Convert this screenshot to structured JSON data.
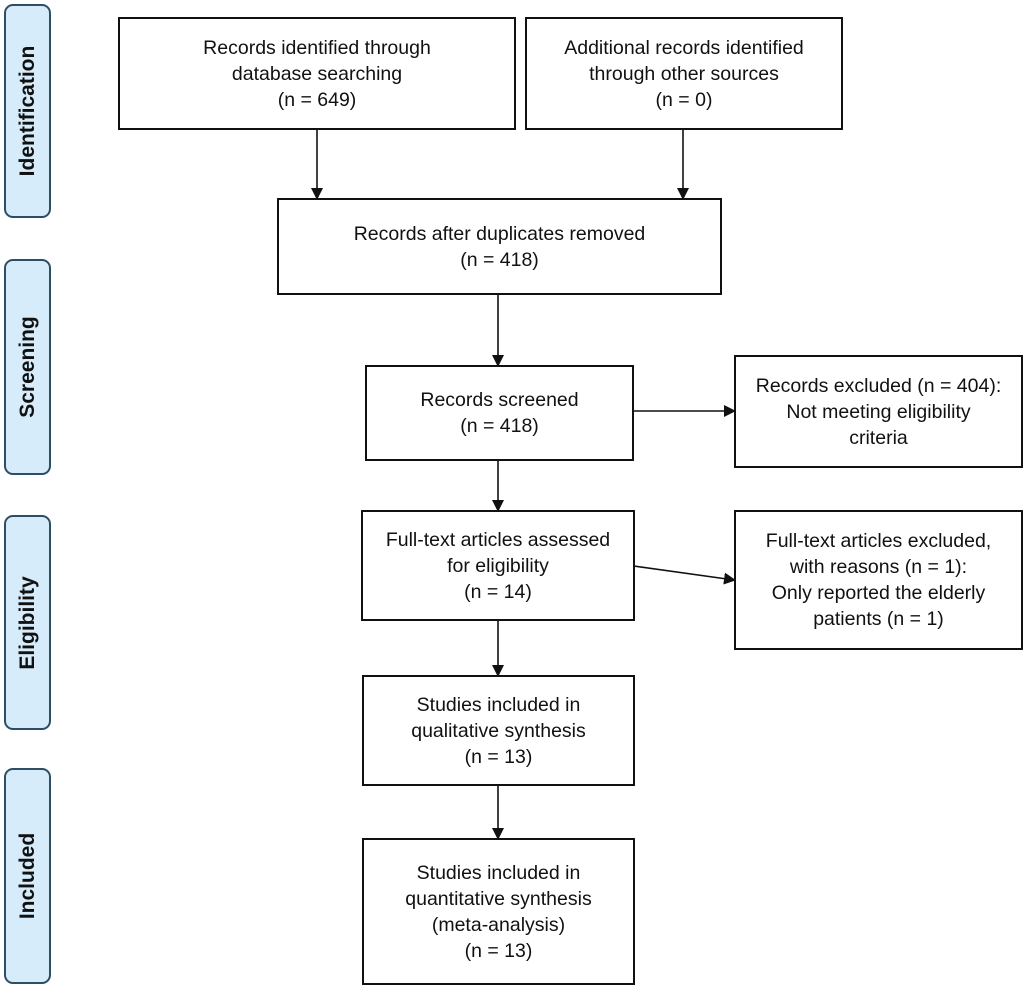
{
  "phases": {
    "identification": "Identification",
    "screening": "Screening",
    "eligibility": "Eligibility",
    "included": "Included"
  },
  "boxes": {
    "database_search": [
      "Records identified through",
      "database searching",
      "(n = 649)"
    ],
    "other_sources": [
      "Additional records identified",
      "through other sources",
      "(n = 0)"
    ],
    "after_duplicates": [
      "Records after duplicates removed",
      "(n = 418)"
    ],
    "screened": [
      "Records screened",
      "(n = 418)"
    ],
    "excluded": [
      "Records excluded (n = 404):",
      "Not meeting eligibility",
      "criteria"
    ],
    "full_text_assessed": [
      "Full-text articles assessed",
      "for eligibility",
      "(n = 14)"
    ],
    "full_text_excluded": [
      "Full-text articles excluded,",
      "with reasons (n = 1):",
      "Only reported the elderly",
      "patients (n = 1)"
    ],
    "qualitative": [
      "Studies included in",
      "qualitative synthesis",
      "(n = 13)"
    ],
    "quantitative": [
      "Studies included in",
      "quantitative synthesis",
      "(meta-analysis)",
      "(n = 13)"
    ]
  },
  "colors": {
    "phase_fill": "#d6ecfb",
    "phase_border": "#2f4d63",
    "box_border": "#111111",
    "arrow": "#111111"
  }
}
